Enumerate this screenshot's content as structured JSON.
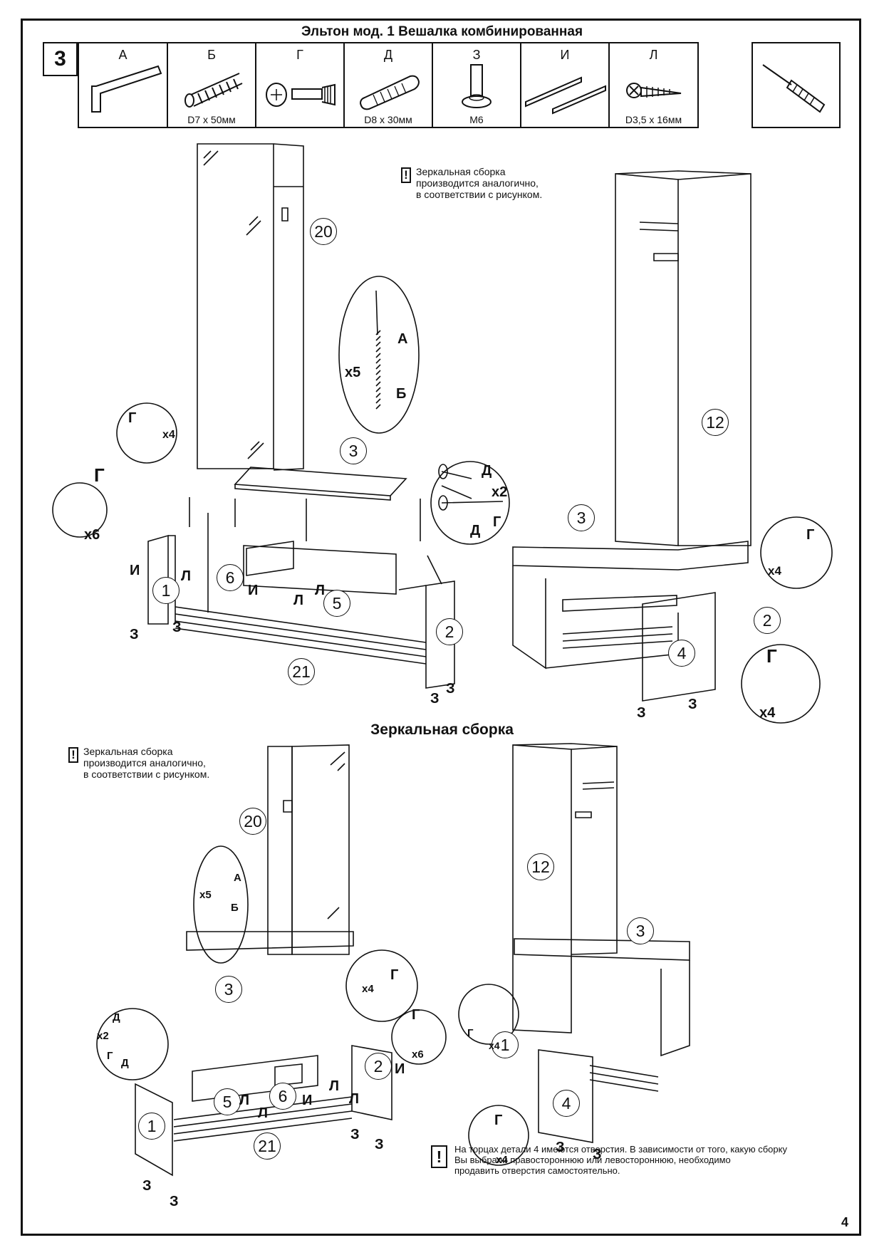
{
  "title": "Эльтон мод. 1 Вешалка комбинированная",
  "step": "3",
  "parts": [
    {
      "letter": "А",
      "size": ""
    },
    {
      "letter": "Б",
      "size": "D7 x 50мм"
    },
    {
      "letter": "Г",
      "size": ""
    },
    {
      "letter": "Д",
      "size": "D8 x 30мм"
    },
    {
      "letter": "З",
      "size": "M6"
    },
    {
      "letter": "И",
      "size": ""
    },
    {
      "letter": "Л",
      "size": "D3,5 x 16мм"
    }
  ],
  "tool_icon": "screwdriver-icon",
  "note_mirror": [
    "Зеркальная сборка",
    "производится аналогично,",
    "в соответствии с рисунком."
  ],
  "mirror_heading": "Зеркальная сборка",
  "note_bottom": [
    "На торцах детали 4 имеются отверстия. В зависимости от того, какую сборку",
    "Вы выбрали правостороннюю или левостороннюю, необходимо",
    "продавить отверстия самостоятельно."
  ],
  "page_number": "4",
  "callouts": {
    "n1": "1",
    "n2": "2",
    "n3": "3",
    "n4": "4",
    "n5": "5",
    "n6": "6",
    "n12": "12",
    "n20": "20",
    "n21": "21",
    "x2": "x2",
    "x4": "x4",
    "x5": "x5",
    "x6": "x6",
    "A": "А",
    "B": "Б",
    "G": "Г",
    "D": "Д",
    "Z": "З",
    "I": "И",
    "L": "Л"
  }
}
